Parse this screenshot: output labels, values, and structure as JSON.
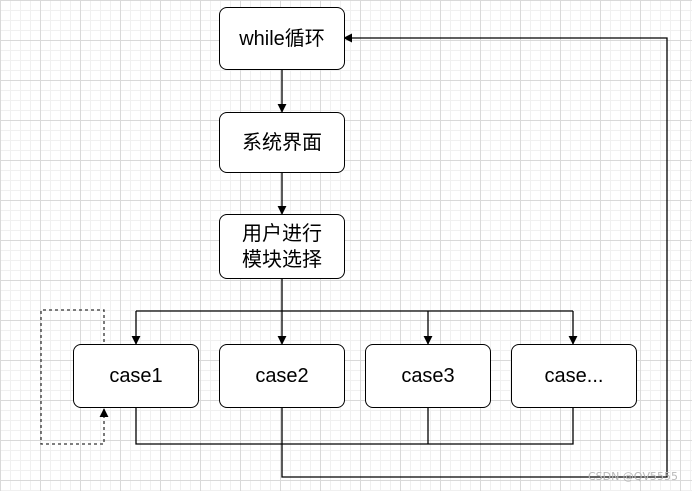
{
  "diagram": {
    "nodes": [
      {
        "id": "while",
        "label": "while循环"
      },
      {
        "id": "system",
        "label": "系统界面"
      },
      {
        "id": "select",
        "label": "用户进行\n模块选择"
      },
      {
        "id": "case1",
        "label": "case1"
      },
      {
        "id": "case2",
        "label": "case2"
      },
      {
        "id": "case3",
        "label": "case3"
      },
      {
        "id": "case4",
        "label": "case..."
      }
    ],
    "edges": [
      {
        "from": "while",
        "to": "system",
        "style": "solid"
      },
      {
        "from": "system",
        "to": "select",
        "style": "solid"
      },
      {
        "from": "select",
        "to": "case1",
        "style": "solid"
      },
      {
        "from": "select",
        "to": "case2",
        "style": "solid"
      },
      {
        "from": "select",
        "to": "case3",
        "style": "solid"
      },
      {
        "from": "select",
        "to": "case4",
        "style": "solid"
      },
      {
        "from": "case1",
        "to": "case1",
        "style": "dashed"
      },
      {
        "from": "cases",
        "to": "while",
        "style": "solid"
      }
    ],
    "colors": {
      "stroke": "#000000",
      "node_fill": "#ffffff",
      "dashed": "#333333"
    }
  },
  "watermark": "CSDN @QV5555"
}
